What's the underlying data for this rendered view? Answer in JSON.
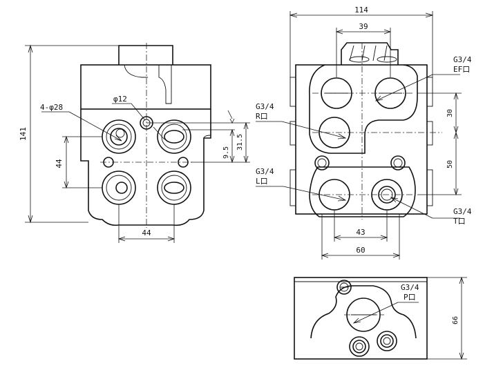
{
  "front_view": {
    "height_dim": "141",
    "bore_dim": "4-φ28",
    "small_hole_dim": "φ12",
    "vertical_pitch_dim": "44",
    "horizontal_pitch_dim": "44",
    "offset_dim_a": "9.5",
    "offset_dim_b": "31.5"
  },
  "side_view": {
    "width_dim": "114",
    "top_pitch_dim": "39",
    "port_pitch_upper": "30",
    "port_pitch_lower": "50",
    "bottom_pitch_dim": "43",
    "bottom_width_dim": "60",
    "ports": {
      "ef": {
        "thread": "G3/4",
        "name": "EF口"
      },
      "r": {
        "thread": "G3/4",
        "name": "R口"
      },
      "l": {
        "thread": "G3/4",
        "name": "L口"
      },
      "t": {
        "thread": "G3/4",
        "name": "T口"
      }
    }
  },
  "bottom_view": {
    "height_dim": "66",
    "port": {
      "thread": "G3/4",
      "name": "P口"
    }
  }
}
